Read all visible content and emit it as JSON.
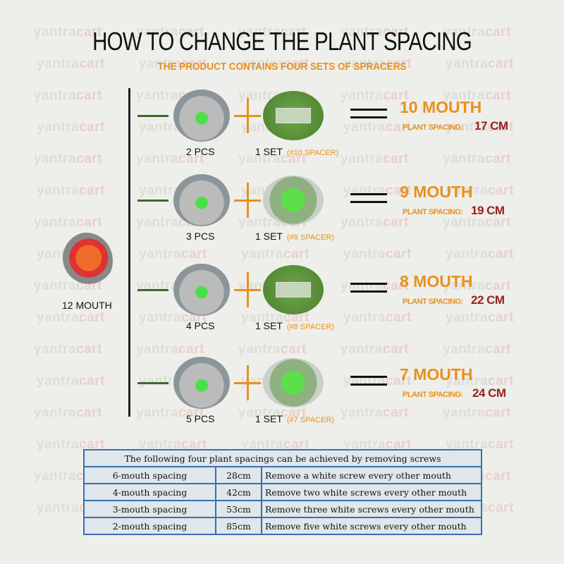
{
  "watermark": {
    "left": "yantra",
    "right": "cart"
  },
  "title": "HOW TO CHANGE THE PLANT SPACING",
  "subtitle": "THE PRODUCT CONTAINS FOUR SETS OF SPRACERS",
  "base": {
    "label": "12 MOUTH"
  },
  "plant_spacing_label": "PLANT SPACING:",
  "rows": [
    {
      "pcs": "2 PCS",
      "set": "1 SET",
      "spacer": "(#10 SPACER)",
      "mouth": "10 MOUTH",
      "spacing": "17 CM"
    },
    {
      "pcs": "3 PCS",
      "set": "1 SET",
      "spacer": "(#9 SPACER)",
      "mouth": "9 MOUTH",
      "spacing": "19 CM"
    },
    {
      "pcs": "4 PCS",
      "set": "1 SET",
      "spacer": "(#8 SPACER)",
      "mouth": "8 MOUTH",
      "spacing": "22 CM"
    },
    {
      "pcs": "5 PCS",
      "set": "1 SET",
      "spacer": "(#7 SPACER)",
      "mouth": "7 MOUTH",
      "spacing": "24 CM"
    }
  ],
  "table": {
    "header": "The following four plant spacings can be achieved by removing screws",
    "rows": [
      [
        "6-mouth spacing",
        "28cm",
        "Remove a white screw every other mouth"
      ],
      [
        "4-mouth spacing",
        "42cm",
        "Remove two white screws every other mouth"
      ],
      [
        "3-mouth spacing",
        "53cm",
        "Remove three white screws every other mouth"
      ],
      [
        "2-mouth spacing",
        "85cm",
        "Remove five white screws every other mouth"
      ]
    ]
  }
}
